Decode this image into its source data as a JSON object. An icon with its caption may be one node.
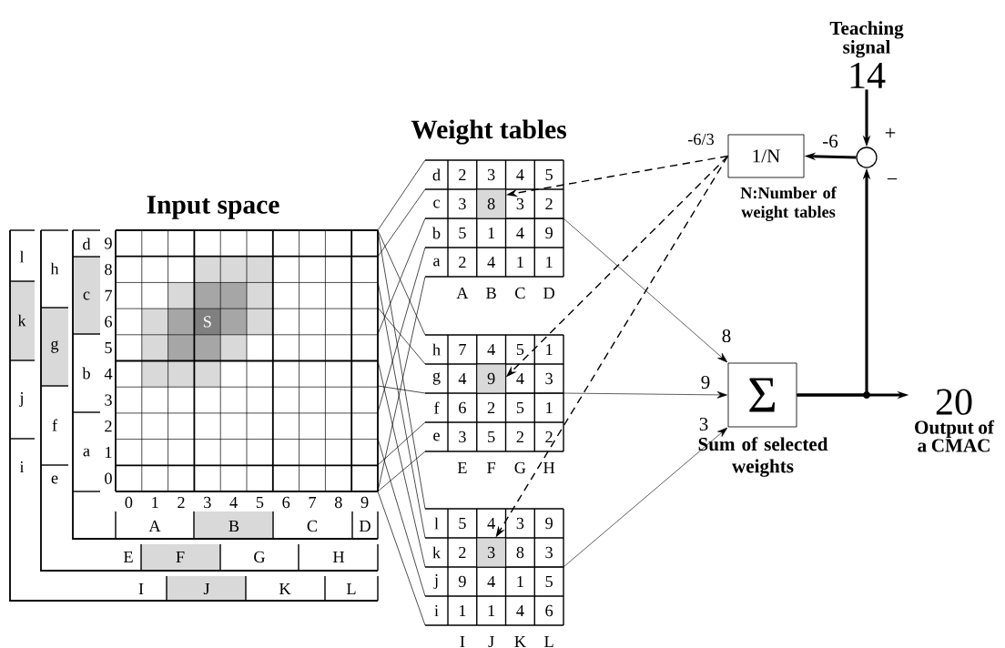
{
  "diagram": {
    "nodes": [
      {
        "text": [
          "Teaching signal",
          "14"
        ]
      },
      {
        "text": [
          "1/N"
        ],
        "beside": [
          "-6/3",
          "N:Number of weight tables"
        ]
      },
      {
        "text": [],
        "shape": "circle",
        "beside": [
          "+",
          "−"
        ]
      },
      {
        "text": [
          "8"
        ]
      },
      {
        "text": [
          "9"
        ]
      },
      {
        "text": [
          "Σ"
        ],
        "beside": [
          "Sum of selected weights"
        ]
      },
      {
        "text": [
          "20",
          "Output of a CMAC"
        ]
      },
      {
        "text": [
          "3"
        ]
      }
    ],
    "edges": [
      {
        "from": 0,
        "to": 2,
        "arrow": "to",
        "style": "thick"
      },
      {
        "from": 2,
        "to": 1,
        "arrow": "to",
        "style": "thick",
        "label": "-6"
      },
      {
        "from": 1,
        "to": 3,
        "arrow": "to",
        "style": "dashed"
      },
      {
        "from": 1,
        "to": 4,
        "arrow": "to",
        "style": "dashed"
      },
      {
        "from": 1,
        "to": 7,
        "arrow": "to",
        "style": "dashed"
      },
      {
        "from": 3,
        "to": 5,
        "arrow": "to",
        "label": "8"
      },
      {
        "from": 4,
        "to": 5,
        "arrow": "to",
        "label": "9"
      },
      {
        "from": 7,
        "to": 5,
        "arrow": "to",
        "label": "3"
      },
      {
        "from": 5,
        "to": 6,
        "arrow": "to",
        "style": "thick"
      },
      {
        "from": 5,
        "to": 2,
        "arrow": "to",
        "style": "thick"
      }
    ],
    "labels": [
      "Weight tables",
      "Input space",
      "l",
      "k",
      "j",
      "i",
      "h",
      "g",
      "f",
      "e",
      "d",
      "c",
      "b",
      "a",
      "9",
      "8",
      "7",
      "6",
      "5",
      "4",
      "3",
      "2",
      "1",
      "0",
      "S",
      "0",
      "1",
      "2",
      "3",
      "4",
      "5",
      "6",
      "7",
      "8",
      "9",
      "A",
      "B",
      "C",
      "D",
      "E",
      "F",
      "G",
      "H",
      "I",
      "J",
      "K",
      "L",
      "d",
      "2",
      "3",
      "4",
      "5",
      "c",
      "3",
      "3",
      "2",
      "b",
      "5",
      "1",
      "4",
      "9",
      "a",
      "2",
      "4",
      "1",
      "1",
      "A",
      "B",
      "C",
      "D",
      "h",
      "7",
      "4",
      "5",
      "1",
      "g",
      "4",
      "4",
      "3",
      "f",
      "6",
      "2",
      "5",
      "1",
      "e",
      "3",
      "5",
      "2",
      "2",
      "E",
      "F",
      "G",
      "H",
      "l",
      "5",
      "4",
      "3",
      "9",
      "k",
      "2",
      "8",
      "3",
      "j",
      "9",
      "4",
      "1",
      "5",
      "i",
      "1",
      "1",
      "4",
      "6",
      "I",
      "J",
      "K",
      "L"
    ]
  }
}
